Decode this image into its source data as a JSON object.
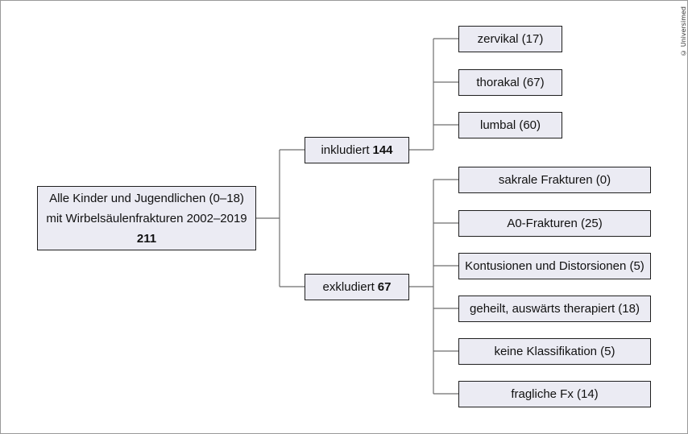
{
  "copyright": "© Universimed",
  "root": {
    "line1": "Alle Kinder und Jugendlichen (0–18)",
    "line2": "mit Wirbelsäulenfrakturen 2002–2019",
    "count": "211"
  },
  "included": {
    "label": "inkludiert",
    "count": "144",
    "children": [
      "zervikal (17)",
      "thorakal (67)",
      "lumbal (60)"
    ]
  },
  "excluded": {
    "label": "exkludiert",
    "count": "67",
    "children": [
      "sakrale Frakturen (0)",
      "A0-Frakturen (25)",
      "Kontusionen und Distorsionen (5)",
      "geheilt, auswärts therapiert (18)",
      "keine Klassifikation (5)",
      "fragliche Fx (14)"
    ]
  },
  "colors": {
    "box_fill": "#ebebf3",
    "box_border": "#1f1f1f",
    "line": "#6e6e6e"
  }
}
